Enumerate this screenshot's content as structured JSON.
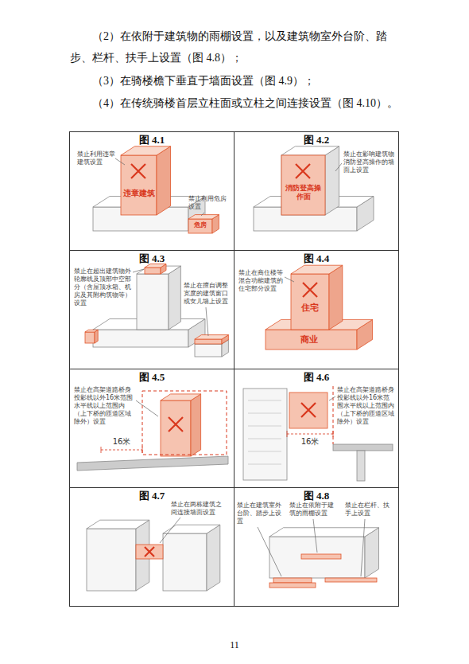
{
  "diagram": {
    "nodes": [
      {
        "text": [
          "图 4.1"
        ]
      },
      {
        "text": [
          "图 4.2"
        ]
      },
      {
        "text": [
          "图 4.3"
        ]
      },
      {
        "text": [
          "图 4.4"
        ]
      },
      {
        "text": [
          "图 4.5"
        ]
      },
      {
        "text": [
          "图 4.6"
        ]
      },
      {
        "text": [
          "图 4.7"
        ]
      },
      {
        "text": [
          "图 4.8"
        ]
      }
    ],
    "labels": [
      "（2）在依附于建筑物的雨棚设置，以及建筑物室外台阶、踏步、栏杆、扶手上设置（图 4.8）；",
      "（3）在骑楼檐下垂直于墙面设置（图 4.9）；",
      "（4）在传统骑楼首层立柱面或立柱之间连接设置（图 4.10）。",
      "禁止利用违章建筑设置",
      "违章建筑",
      "禁止利用危房设置",
      "危房",
      "禁止在影响建筑物消防登高操作的墙面上设置",
      "消防登高操作面",
      "禁止在超出建筑物外轮廓线及顶部中空部分（含屋顶水箱、机房及其附构筑物等）设置",
      "禁止在擅自调整宽度的建筑窗口或女儿墙上设置",
      "禁止在商住楼等混合功能建筑的住宅部分设置",
      "住宅",
      "商业",
      "禁止在高架道路桥身投影线以外16米范围水平线以上范围内（上下桥的匝道区域除外）设置",
      "16米",
      "禁止在高架道路桥身投影线以外16米范围水平线以上范围内（上下桥的匝道区域除外）设置",
      "16米",
      "禁止在两栋建筑之间连接墙面设置",
      "禁止在建筑室外台阶、踏步上设置",
      "禁止在依附于建筑的雨棚设置",
      "禁止在栏杆、扶手上设置",
      "11"
    ]
  }
}
